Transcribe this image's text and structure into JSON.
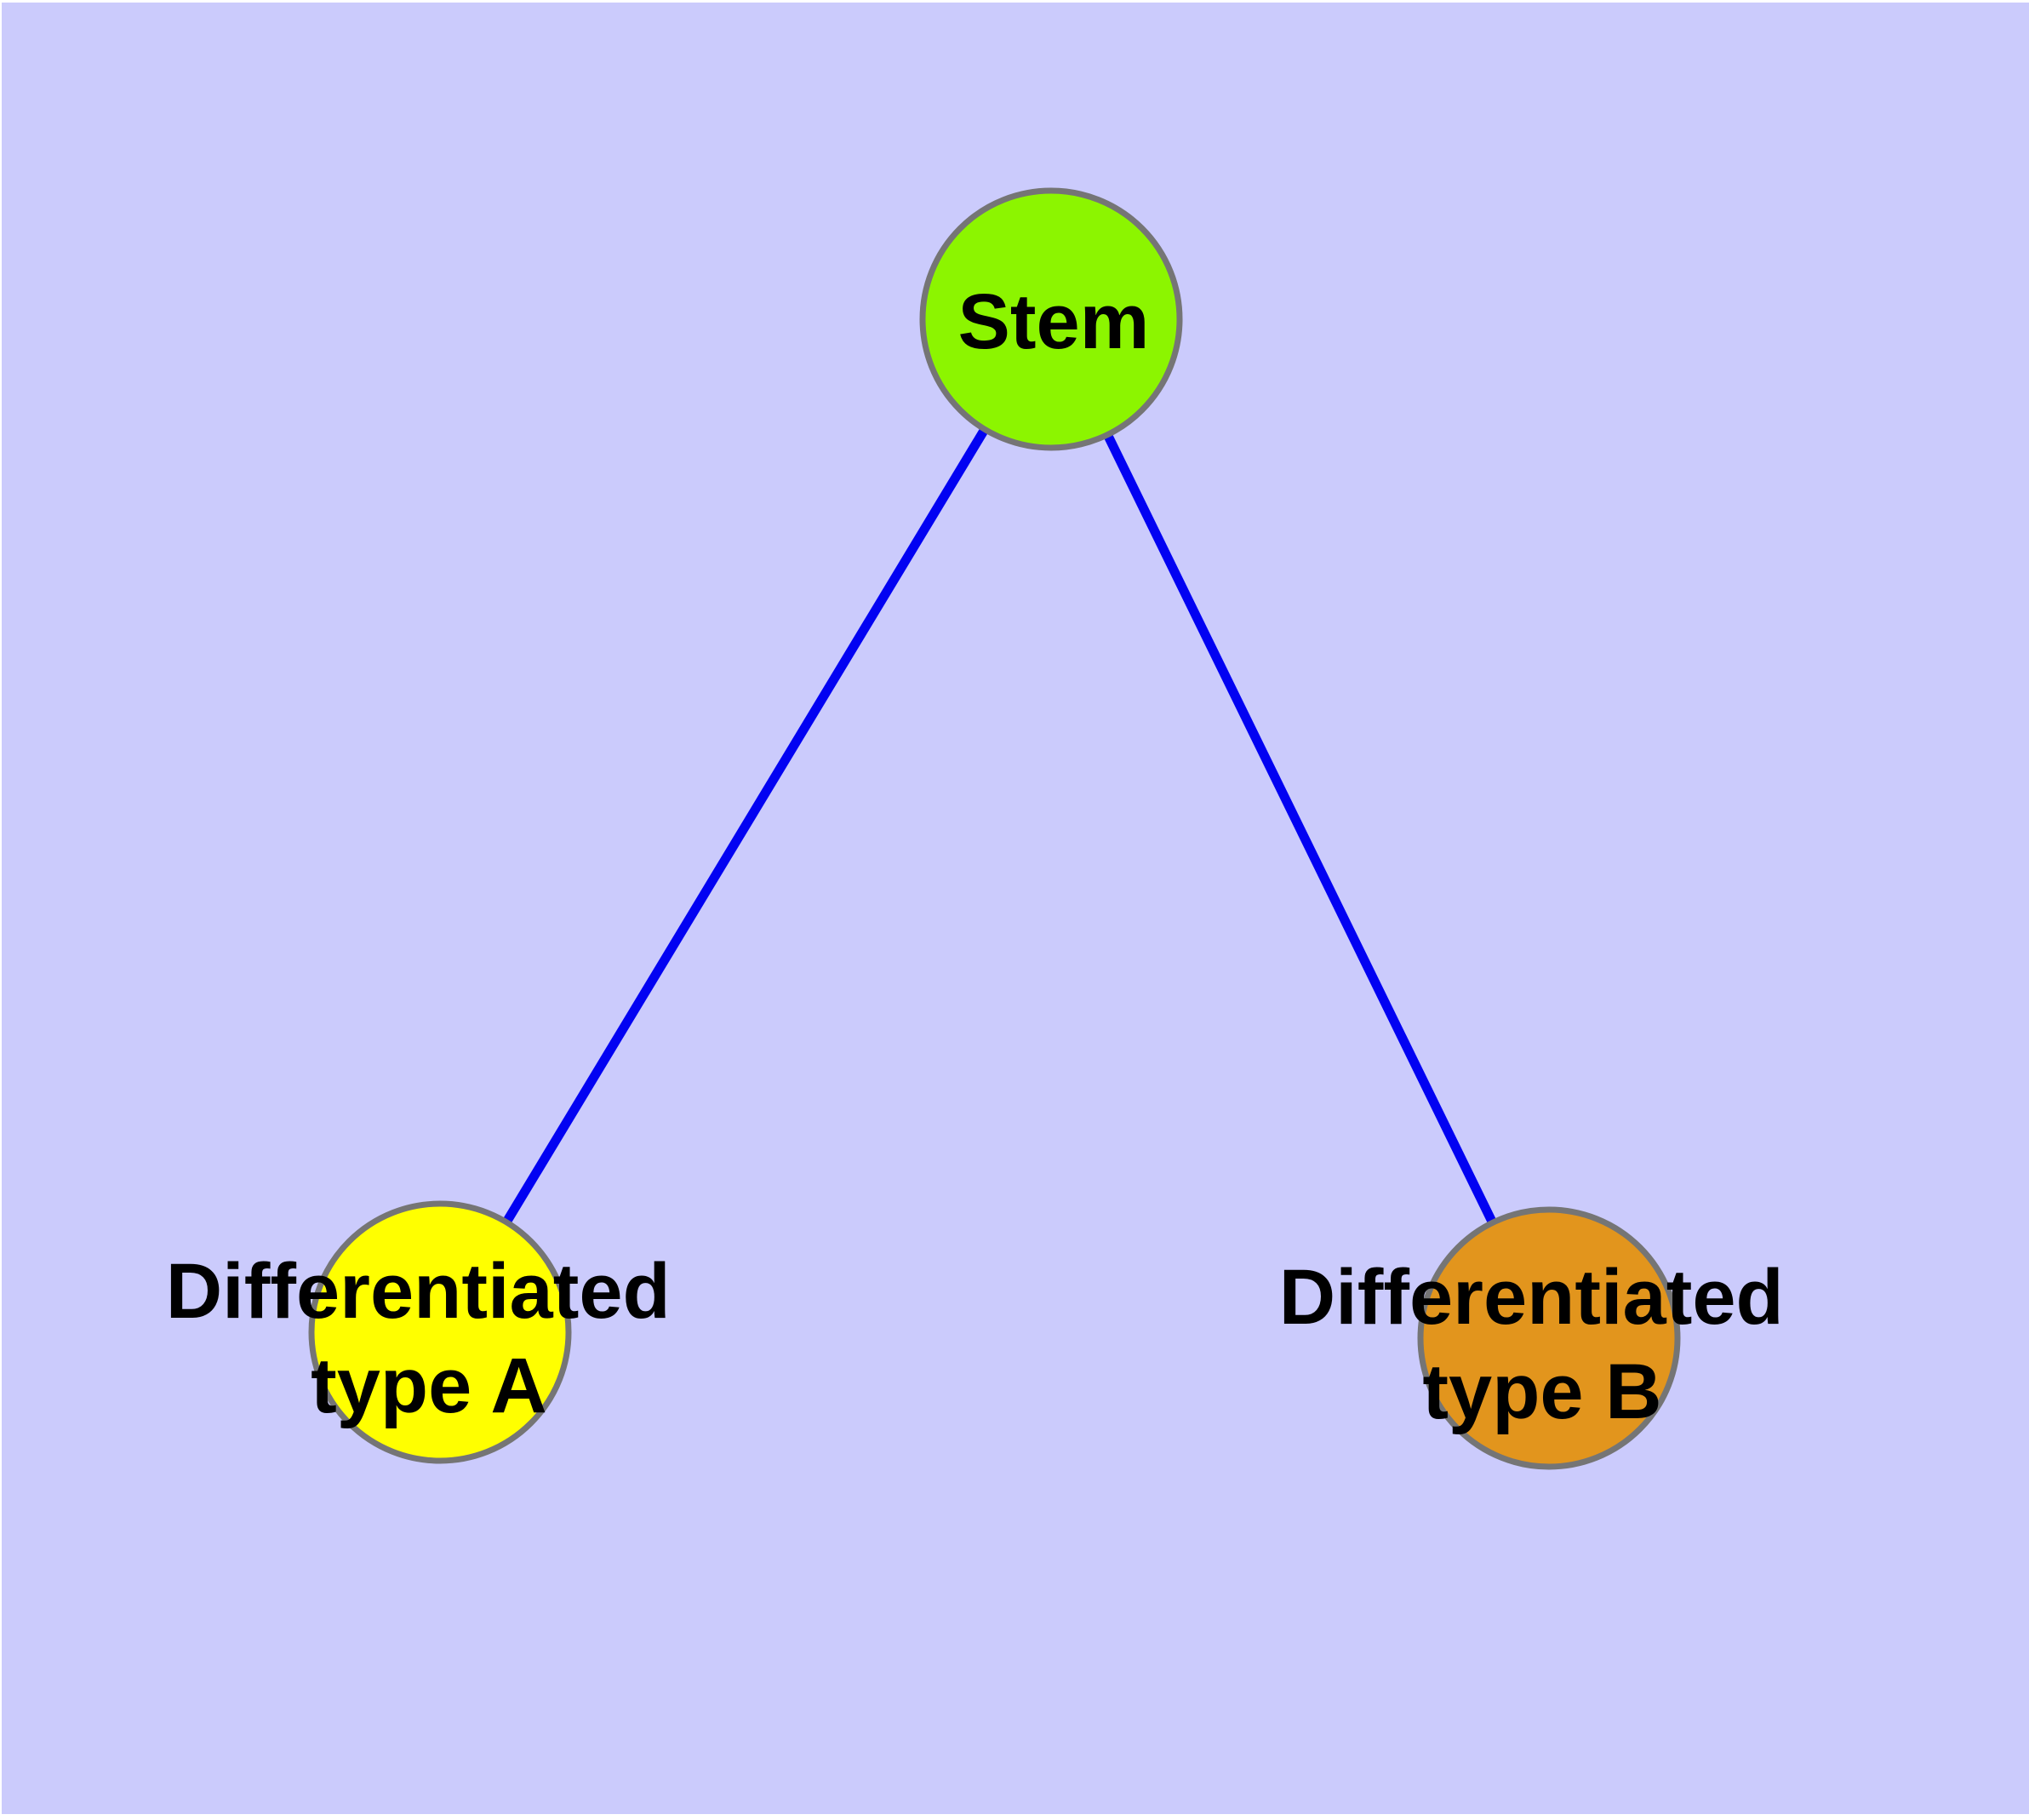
{
  "canvas": {
    "background_color": "#CBCBFC",
    "page_color": "#FFFFFF"
  },
  "graph": {
    "type": "node-link-diagram",
    "node_stroke_color": "#757575",
    "edge_color": "#0202F2",
    "label_color": "#000000",
    "nodes": [
      {
        "id": "stem",
        "label": "Stem",
        "fill": "#8CF500"
      },
      {
        "id": "differentiated-type-a",
        "label": "Differentiated type A",
        "line1": "Differentiated",
        "line2": "type A",
        "fill": "#FFFF00"
      },
      {
        "id": "differentiated-type-b",
        "label": "Differentiated type B",
        "line1": "Differentiated",
        "line2": "type B",
        "fill": "#E2951D"
      }
    ],
    "edges": [
      {
        "from": "Stem",
        "to": "Differentiated type A"
      },
      {
        "from": "Stem",
        "to": "Differentiated type B"
      }
    ]
  }
}
